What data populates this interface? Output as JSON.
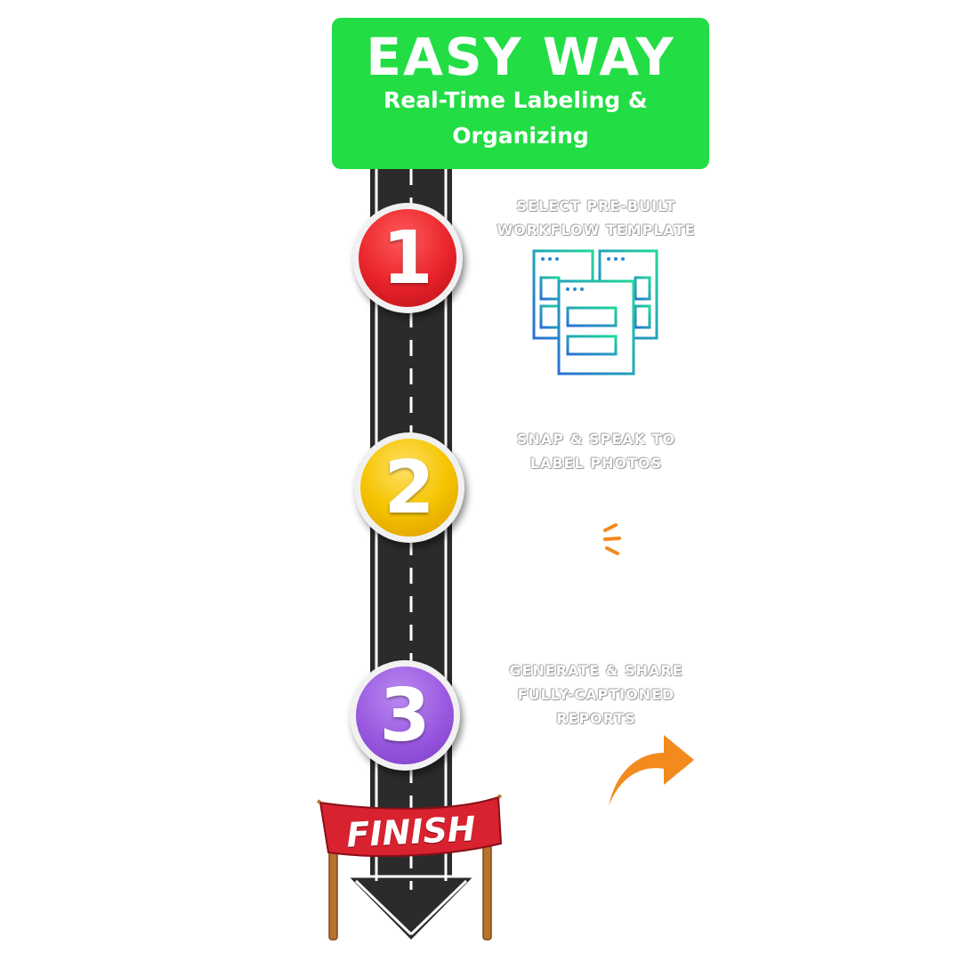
{
  "header": {
    "title": "EASY WAY",
    "subtitle_line1": "Real-Time Labeling &",
    "subtitle_line2": "Organizing"
  },
  "steps": [
    {
      "number": "1",
      "label_line1": "SELECT PRE-BUILT",
      "label_line2": "WORKFLOW TEMPLATE",
      "color": "#e8232b"
    },
    {
      "number": "2",
      "label_line1": "SNAP & SPEAK TO",
      "label_line2": "LABEL PHOTOS",
      "color": "#f5b800"
    },
    {
      "number": "3",
      "label_line1": "GENERATE & SHARE",
      "label_line2": "FULLY-CAPTIONED",
      "label_line3": "REPORTS",
      "color": "#9a58e0"
    }
  ],
  "finish": {
    "label": "FINISH",
    "color": "#d8222f"
  },
  "colors": {
    "header_bg": "#22dd44",
    "road": "#2b2b2b",
    "arrow": "#f28a1e"
  },
  "icons": [
    "workflow-template-icon",
    "speech-burst-icon",
    "curved-arrow-icon"
  ]
}
